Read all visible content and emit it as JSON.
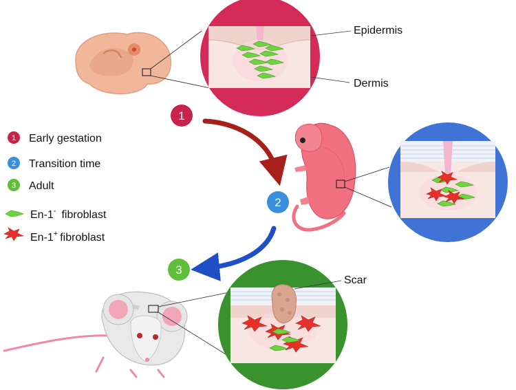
{
  "labels": {
    "epidermis": "Epidermis",
    "dermis": "Dermis",
    "scar": "Scar"
  },
  "legend": {
    "items": [
      {
        "number": "1",
        "text": "Early gestation",
        "color": "#c8234a"
      },
      {
        "number": "2",
        "text": "Transition time",
        "color": "#3a8fdc"
      },
      {
        "number": "3",
        "text": "Adult",
        "color": "#5fbf3a"
      }
    ],
    "fibroblasts": [
      {
        "prefix": "En-1",
        "sign": "-",
        "suffix": "fibroblast",
        "color": "#5fcf3a"
      },
      {
        "prefix": "En-1",
        "sign": "+",
        "suffix": "fibroblast",
        "color": "#e8302a"
      }
    ]
  },
  "stages": [
    {
      "number": "1",
      "color": "#c8234a"
    },
    {
      "number": "2",
      "color": "#3a8fdc"
    },
    {
      "number": "3",
      "color": "#5fbf3a"
    }
  ],
  "colors": {
    "stage1_circle": "#d42a58",
    "stage2_circle": "#3f73d6",
    "stage3_circle": "#3a922e",
    "arrow_red": "#a8201c",
    "arrow_blue": "#1f4fc4",
    "skin": "#f3e2dc",
    "embryo": "#f0b79a",
    "pup": "#f07080",
    "mouse": "#e8e8e8"
  }
}
